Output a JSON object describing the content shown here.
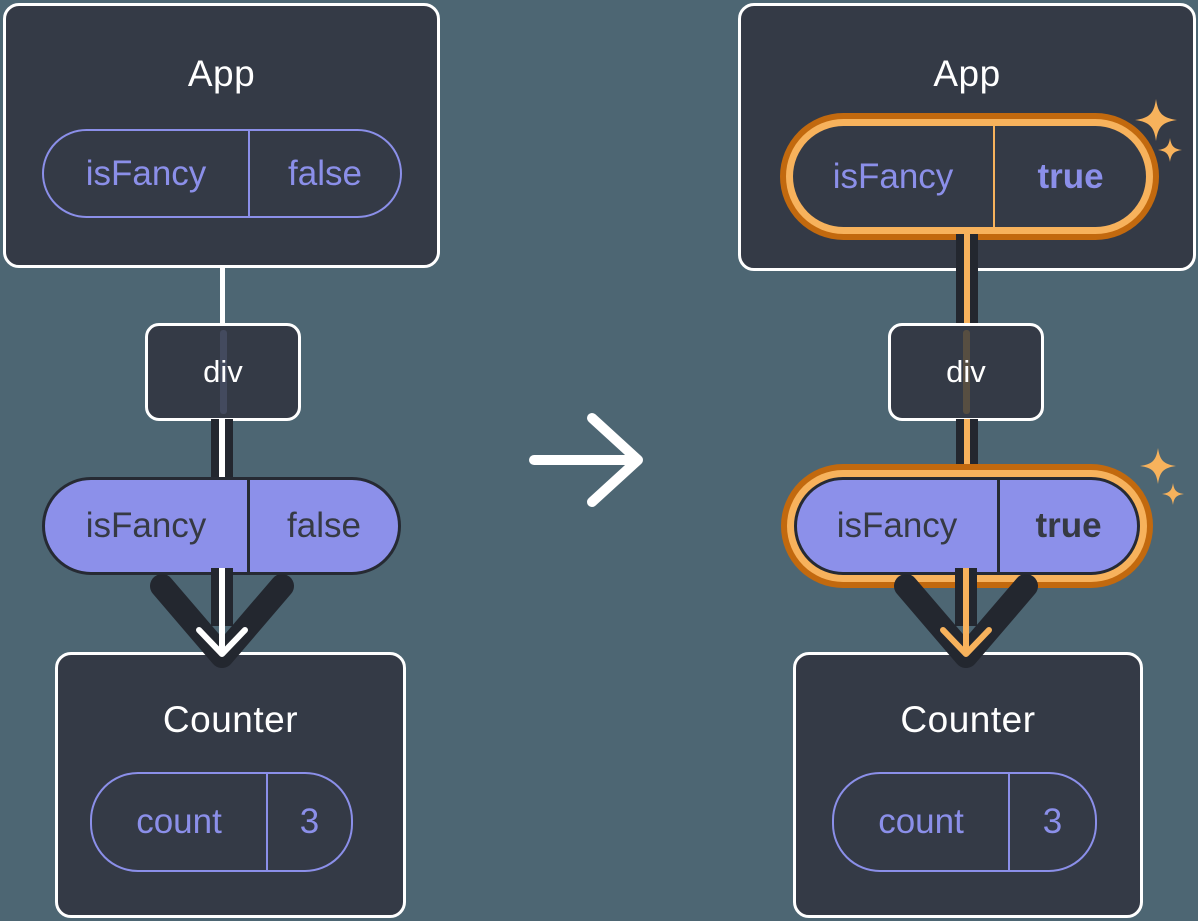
{
  "panels": {
    "before": {
      "app": {
        "title": "App",
        "state": {
          "key": "isFancy",
          "value": "false"
        }
      },
      "div_node": {
        "label": "div"
      },
      "prop": {
        "key": "isFancy",
        "value": "false"
      },
      "counter": {
        "title": "Counter",
        "state": {
          "key": "count",
          "value": "3"
        }
      }
    },
    "after": {
      "app": {
        "title": "App",
        "state": {
          "key": "isFancy",
          "value": "true"
        }
      },
      "div_node": {
        "label": "div"
      },
      "prop": {
        "key": "isFancy",
        "value": "true"
      },
      "counter": {
        "title": "Counter",
        "state": {
          "key": "count",
          "value": "3"
        }
      }
    }
  },
  "colors": {
    "background": "#4d6673",
    "card": "#343a46",
    "card_border": "#ffffff",
    "purple": "#8b8fe9",
    "purple_fill": "#8c90ea",
    "dark_line": "#23272f",
    "dark_text": "#363a43",
    "highlight_orange": "#f7b25c",
    "highlight_orange_dark": "#c2690e",
    "flow_core_before": "#ffffff",
    "flow_core_after": "#f7b25c"
  }
}
